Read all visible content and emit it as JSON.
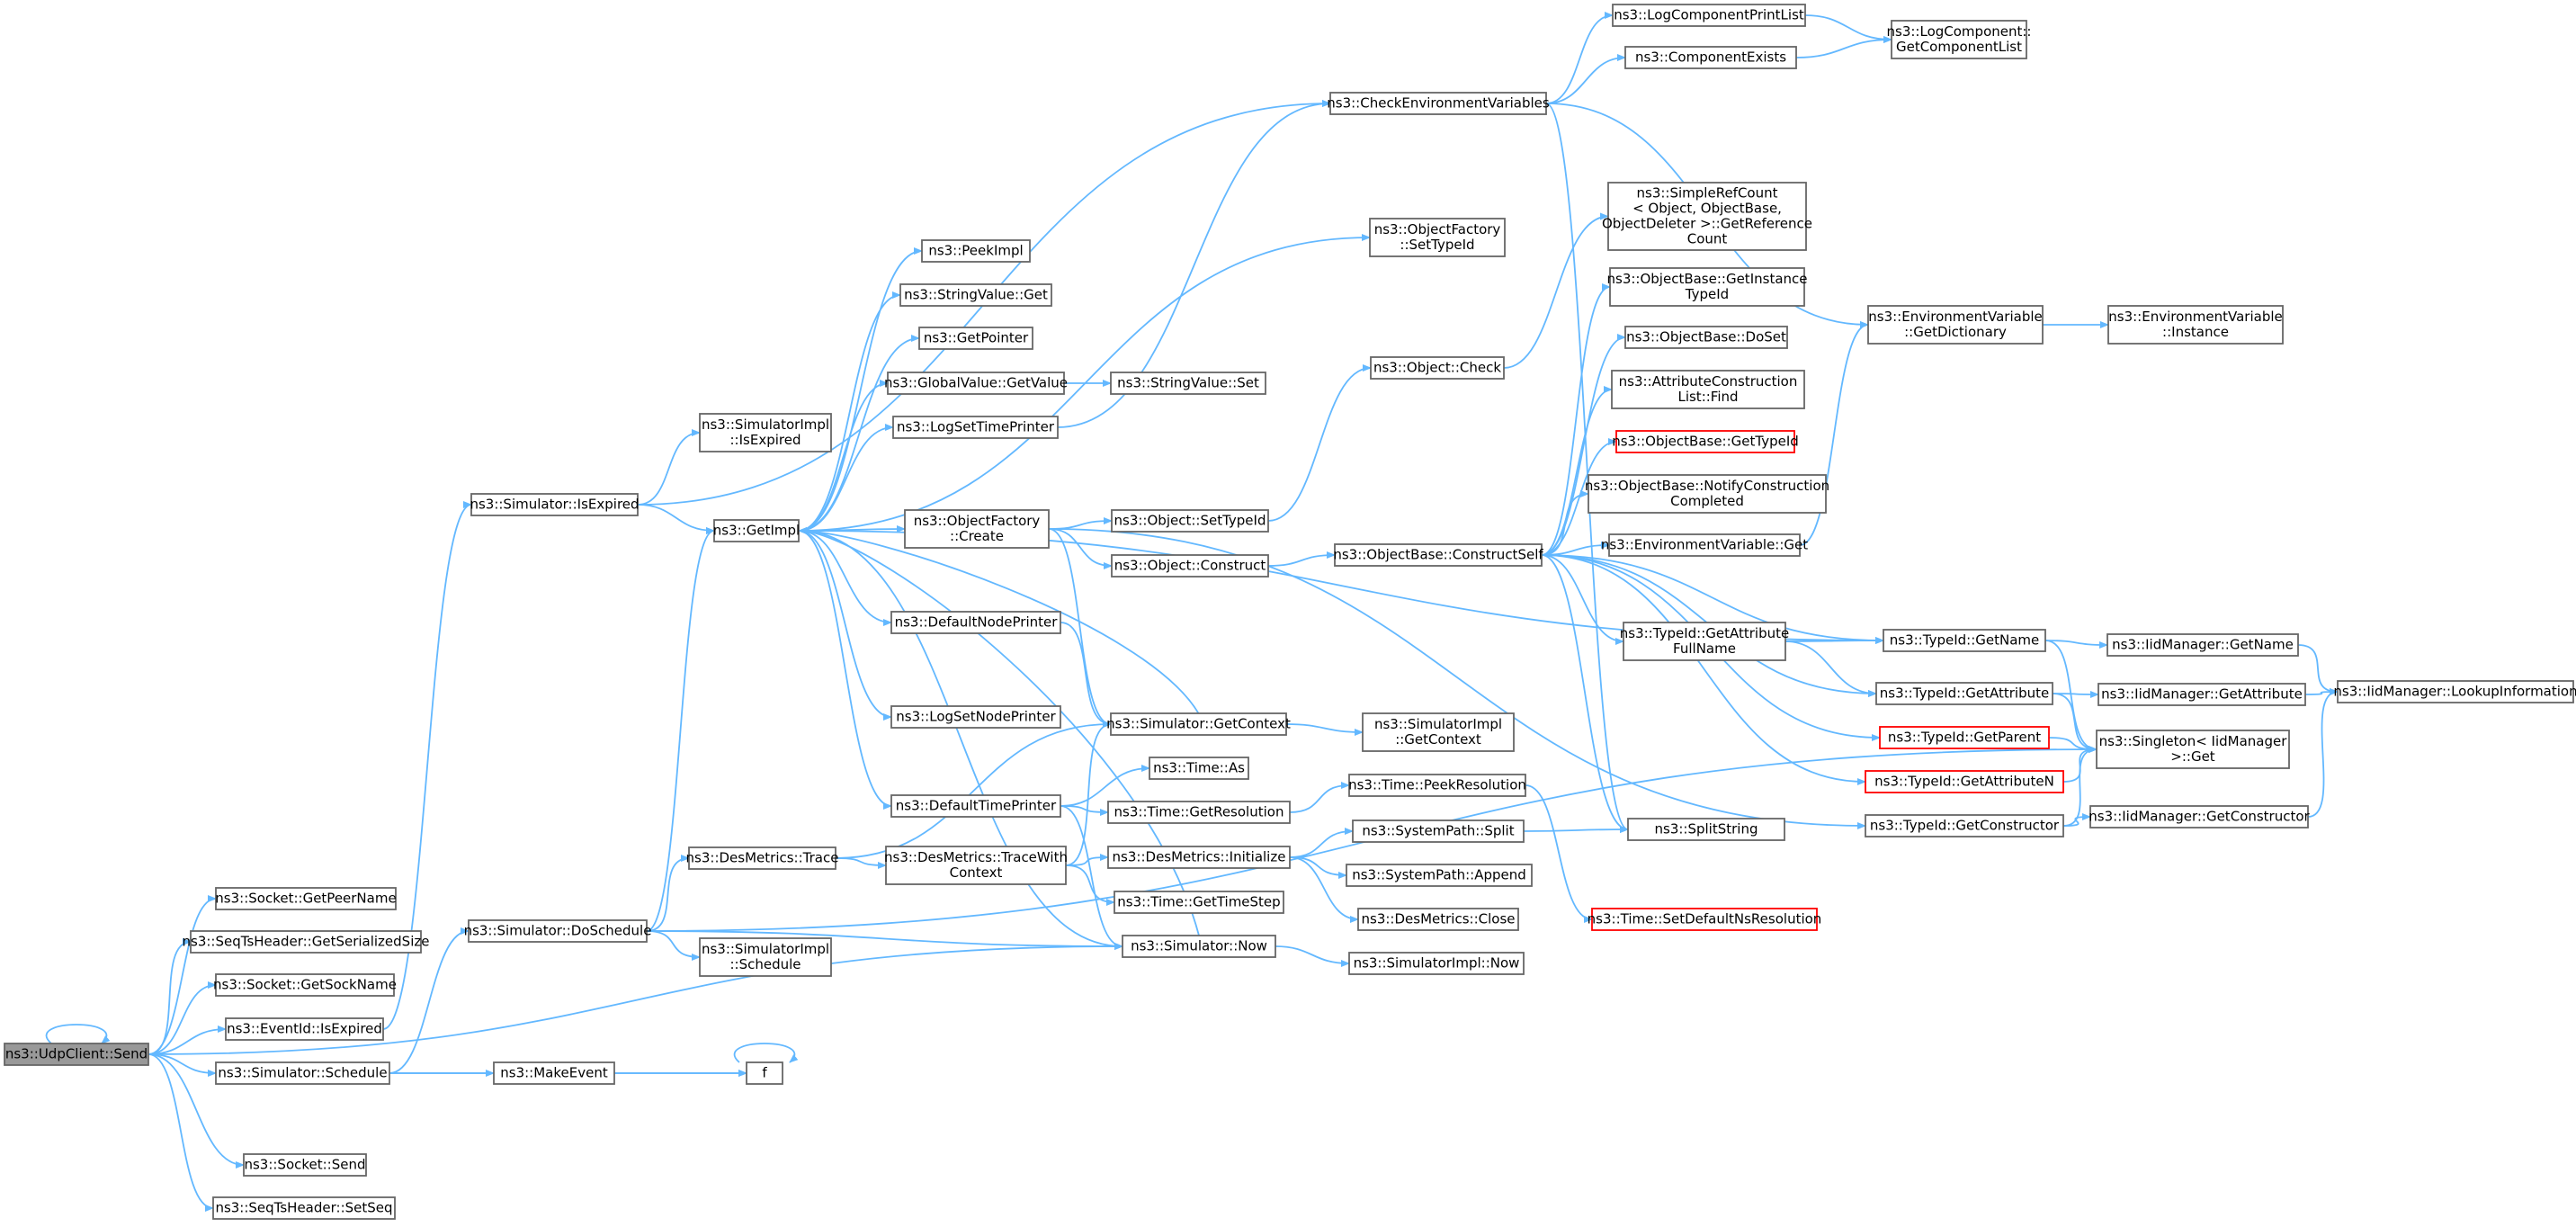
{
  "colors": {
    "edge": "#63b8ff",
    "node_border": "#666666",
    "root_fill": "#999999",
    "highlight_border": "#ff0000",
    "background": "#ffffff"
  },
  "nodes": [
    {
      "id": "udpclient_send",
      "lines": [
        "ns3::UdpClient::Send"
      ],
      "root": true
    },
    {
      "id": "socket_getpeername",
      "lines": [
        "ns3::Socket::GetPeerName"
      ]
    },
    {
      "id": "seqts_getserializedsize",
      "lines": [
        "ns3::SeqTsHeader::GetSerializedSize"
      ]
    },
    {
      "id": "socket_getsockname",
      "lines": [
        "ns3::Socket::GetSockName"
      ]
    },
    {
      "id": "eventid_isexpired",
      "lines": [
        "ns3::EventId::IsExpired"
      ]
    },
    {
      "id": "simulator_schedule",
      "lines": [
        "ns3::Simulator::Schedule"
      ]
    },
    {
      "id": "socket_send",
      "lines": [
        "ns3::Socket::Send"
      ]
    },
    {
      "id": "seqts_setseq",
      "lines": [
        "ns3::SeqTsHeader::SetSeq"
      ]
    },
    {
      "id": "simulator_isexpired",
      "lines": [
        "ns3::Simulator::IsExpired"
      ]
    },
    {
      "id": "simulator_doschedule",
      "lines": [
        "ns3::Simulator::DoSchedule"
      ]
    },
    {
      "id": "makeevent",
      "lines": [
        "ns3::MakeEvent"
      ]
    },
    {
      "id": "f",
      "lines": [
        "f"
      ]
    },
    {
      "id": "simimpl_isexpired",
      "lines": [
        "ns3::SimulatorImpl",
        "::IsExpired"
      ]
    },
    {
      "id": "getimpl",
      "lines": [
        "ns3::GetImpl"
      ]
    },
    {
      "id": "desmetrics_trace",
      "lines": [
        "ns3::DesMetrics::Trace"
      ]
    },
    {
      "id": "simimpl_schedule",
      "lines": [
        "ns3::SimulatorImpl",
        "::Schedule"
      ]
    },
    {
      "id": "peekimpl",
      "lines": [
        "ns3::PeekImpl"
      ]
    },
    {
      "id": "stringvalue_get",
      "lines": [
        "ns3::StringValue::Get"
      ]
    },
    {
      "id": "getpointer",
      "lines": [
        "ns3::GetPointer"
      ]
    },
    {
      "id": "globalvalue_getvalue",
      "lines": [
        "ns3::GlobalValue::GetValue"
      ]
    },
    {
      "id": "logsettimeprinter",
      "lines": [
        "ns3::LogSetTimePrinter"
      ]
    },
    {
      "id": "objectfactory_create",
      "lines": [
        "ns3::ObjectFactory",
        "::Create"
      ]
    },
    {
      "id": "defaultnodeprinter",
      "lines": [
        "ns3::DefaultNodePrinter"
      ]
    },
    {
      "id": "logsetnodeprinter",
      "lines": [
        "ns3::LogSetNodePrinter"
      ]
    },
    {
      "id": "defaulttimeprinter",
      "lines": [
        "ns3::DefaultTimePrinter"
      ]
    },
    {
      "id": "desmetrics_tracewithcontext",
      "lines": [
        "ns3::DesMetrics::TraceWith",
        "Context"
      ]
    },
    {
      "id": "stringvalue_set",
      "lines": [
        "ns3::StringValue::Set"
      ]
    },
    {
      "id": "object_settypeid",
      "lines": [
        "ns3::Object::SetTypeId"
      ]
    },
    {
      "id": "object_construct",
      "lines": [
        "ns3::Object::Construct"
      ]
    },
    {
      "id": "simulator_getcontext",
      "lines": [
        "ns3::Simulator::GetContext"
      ]
    },
    {
      "id": "time_as",
      "lines": [
        "ns3::Time::As"
      ]
    },
    {
      "id": "time_getresolution",
      "lines": [
        "ns3::Time::GetResolution"
      ]
    },
    {
      "id": "desmetrics_initialize",
      "lines": [
        "ns3::DesMetrics::Initialize"
      ]
    },
    {
      "id": "time_gettimestep",
      "lines": [
        "ns3::Time::GetTimeStep"
      ]
    },
    {
      "id": "simulator_now",
      "lines": [
        "ns3::Simulator::Now"
      ]
    },
    {
      "id": "checkenvvars",
      "lines": [
        "ns3::CheckEnvironmentVariables"
      ]
    },
    {
      "id": "objectfactory_settypeid",
      "lines": [
        "ns3::ObjectFactory",
        "::SetTypeId"
      ]
    },
    {
      "id": "object_check",
      "lines": [
        "ns3::Object::Check"
      ]
    },
    {
      "id": "objectbase_constructself",
      "lines": [
        "ns3::ObjectBase::ConstructSelf"
      ]
    },
    {
      "id": "simimpl_getcontext",
      "lines": [
        "ns3::SimulatorImpl",
        "::GetContext"
      ]
    },
    {
      "id": "time_peekresolution",
      "lines": [
        "ns3::Time::PeekResolution"
      ]
    },
    {
      "id": "systempath_split",
      "lines": [
        "ns3::SystemPath::Split"
      ]
    },
    {
      "id": "systempath_append",
      "lines": [
        "ns3::SystemPath::Append"
      ]
    },
    {
      "id": "desmetrics_close",
      "lines": [
        "ns3::DesMetrics::Close"
      ]
    },
    {
      "id": "simimpl_now",
      "lines": [
        "ns3::SimulatorImpl::Now"
      ]
    },
    {
      "id": "logcomponentprintlist",
      "lines": [
        "ns3::LogComponentPrintList"
      ]
    },
    {
      "id": "componentexists",
      "lines": [
        "ns3::ComponentExists"
      ]
    },
    {
      "id": "simplerefcount",
      "lines": [
        "ns3::SimpleRefCount",
        "< Object, ObjectBase,",
        "ObjectDeleter >::GetReference",
        "Count"
      ]
    },
    {
      "id": "objectbase_getinstancetypeid",
      "lines": [
        "ns3::ObjectBase::GetInstance",
        "TypeId"
      ]
    },
    {
      "id": "objectbase_doset",
      "lines": [
        "ns3::ObjectBase::DoSet"
      ]
    },
    {
      "id": "attrconstructionlist_find",
      "lines": [
        "ns3::AttributeConstruction",
        "List::Find"
      ]
    },
    {
      "id": "objectbase_gettypeid",
      "lines": [
        "ns3::ObjectBase::GetTypeId"
      ],
      "red": true
    },
    {
      "id": "objectbase_notifyconstructioncompleted",
      "lines": [
        "ns3::ObjectBase::NotifyConstruction",
        "Completed"
      ]
    },
    {
      "id": "envvar_get",
      "lines": [
        "ns3::EnvironmentVariable::Get"
      ]
    },
    {
      "id": "typeid_getattributefullname",
      "lines": [
        "ns3::TypeId::GetAttribute",
        "FullName"
      ]
    },
    {
      "id": "splitstring",
      "lines": [
        "ns3::SplitString"
      ]
    },
    {
      "id": "time_setdefaultnsresolution",
      "lines": [
        "ns3::Time::SetDefaultNsResolution"
      ],
      "red": true
    },
    {
      "id": "logcomponent_getcomponentlist",
      "lines": [
        "ns3::LogComponent::",
        "GetComponentList"
      ]
    },
    {
      "id": "envvar_getdictionary",
      "lines": [
        "ns3::EnvironmentVariable",
        "::GetDictionary"
      ]
    },
    {
      "id": "typeid_getname",
      "lines": [
        "ns3::TypeId::GetName"
      ]
    },
    {
      "id": "typeid_getattribute",
      "lines": [
        "ns3::TypeId::GetAttribute"
      ]
    },
    {
      "id": "typeid_getparent",
      "lines": [
        "ns3::TypeId::GetParent"
      ],
      "red": true
    },
    {
      "id": "typeid_getattributen",
      "lines": [
        "ns3::TypeId::GetAttributeN"
      ],
      "red": true
    },
    {
      "id": "typeid_getconstructor",
      "lines": [
        "ns3::TypeId::GetConstructor"
      ]
    },
    {
      "id": "envvar_instance",
      "lines": [
        "ns3::EnvironmentVariable",
        "::Instance"
      ]
    },
    {
      "id": "iidmanager_getname",
      "lines": [
        "ns3::IidManager::GetName"
      ]
    },
    {
      "id": "iidmanager_getattribute",
      "lines": [
        "ns3::IidManager::GetAttribute"
      ]
    },
    {
      "id": "singleton_get",
      "lines": [
        "ns3::Singleton< IidManager",
        ">::Get"
      ]
    },
    {
      "id": "iidmanager_getconstructor",
      "lines": [
        "ns3::IidManager::GetConstructor"
      ]
    },
    {
      "id": "iidmanager_lookupinformation",
      "lines": [
        "ns3::IidManager::LookupInformation"
      ]
    }
  ]
}
